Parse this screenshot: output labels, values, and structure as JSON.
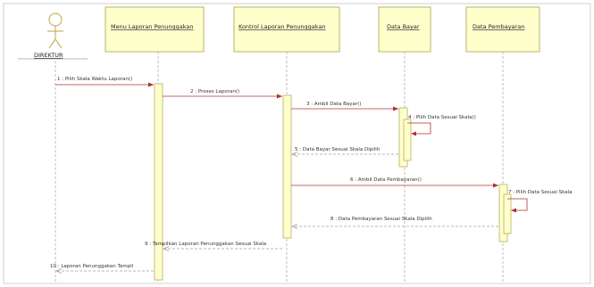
{
  "actor": {
    "name": "DIREKTUR"
  },
  "lifelines": [
    {
      "id": "menu",
      "label": "Menu Laporan Penunggakan"
    },
    {
      "id": "kontrol",
      "label": "Kontrol Laporan Penunggakan"
    },
    {
      "id": "bayar",
      "label": "Data Bayar"
    },
    {
      "id": "pembayaran",
      "label": "Data Pembayaran"
    }
  ],
  "messages": [
    {
      "label": "1 : Pilih Skala Waktu Laporan()"
    },
    {
      "label": "2 : Proses Laporan()"
    },
    {
      "label": "3 : Ambil Data Bayar()"
    },
    {
      "label": "4 : Pilih Data Sesuai Skala()"
    },
    {
      "label": "5 : Data Bayar Sesuai Skala Dipilih"
    },
    {
      "label": "6 : Ambil Data Pembayaran()"
    },
    {
      "label": "7 : Pilih Data Sesuai Skala"
    },
    {
      "label": "8 : Data Pembayaran Sesuai Skala Dipilih"
    },
    {
      "label": "9 : Tampilkan Laporan Penunggakan Sesuai Skala"
    },
    {
      "label": "10 : Laporan Penunggakan Tampil"
    }
  ],
  "colors": {
    "activation_fill": "#ffffcc",
    "activation_stroke": "#b8b060",
    "header_fill": "#ffffcc",
    "header_stroke": "#a8a050",
    "lifeline": "#b0b0b0",
    "call_arrow": "#b03030",
    "return_arrow": "#a0a0a0",
    "frame": "#d0d0d0"
  }
}
